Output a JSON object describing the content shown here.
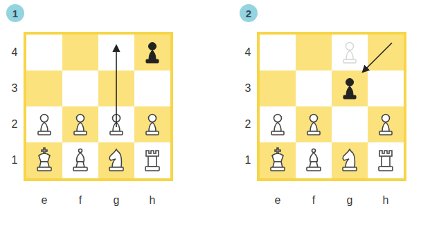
{
  "diagram": {
    "nodes": [
      {
        "text": [
          "1"
        ]
      },
      {
        "text": [
          "2"
        ]
      }
    ],
    "labels": [
      "4",
      "3",
      "2",
      "1",
      "e",
      "f",
      "g",
      "h",
      "4",
      "3",
      "2",
      "1",
      "e",
      "f",
      "g",
      "h"
    ]
  }
}
